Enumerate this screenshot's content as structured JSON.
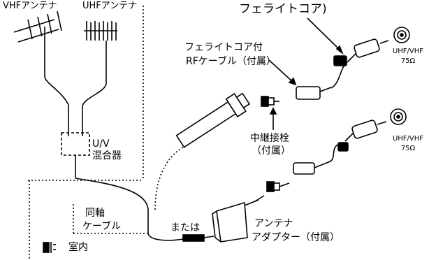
{
  "labels": {
    "vhf_antenna": "VHFアンテナ",
    "uhf_antenna": "UHFアンテナ",
    "ferrite_core": "フェライトコア)",
    "ferrite_cable_line1": "フェライトコア付",
    "ferrite_cable_line2": "RFケーブル（付属）",
    "mixer_line1": "U/V",
    "mixer_line2": "混合器",
    "relay_plug_line1": "中継接栓",
    "relay_plug_line2": "（付属）",
    "coax_line1": "同軸",
    "coax_line2": "ケーブル",
    "or": "または",
    "adapter_line1": "アンテナ",
    "adapter_line2": "アダプター（付属）",
    "indoor": "室内",
    "jack_top_line1": "UHF/VHF",
    "jack_top_line2": "75Ω",
    "jack_bottom_line1": "UHF/VHF",
    "jack_bottom_line2": "75Ω"
  },
  "colors": {
    "ink": "#000000",
    "background": "#ffffff"
  }
}
